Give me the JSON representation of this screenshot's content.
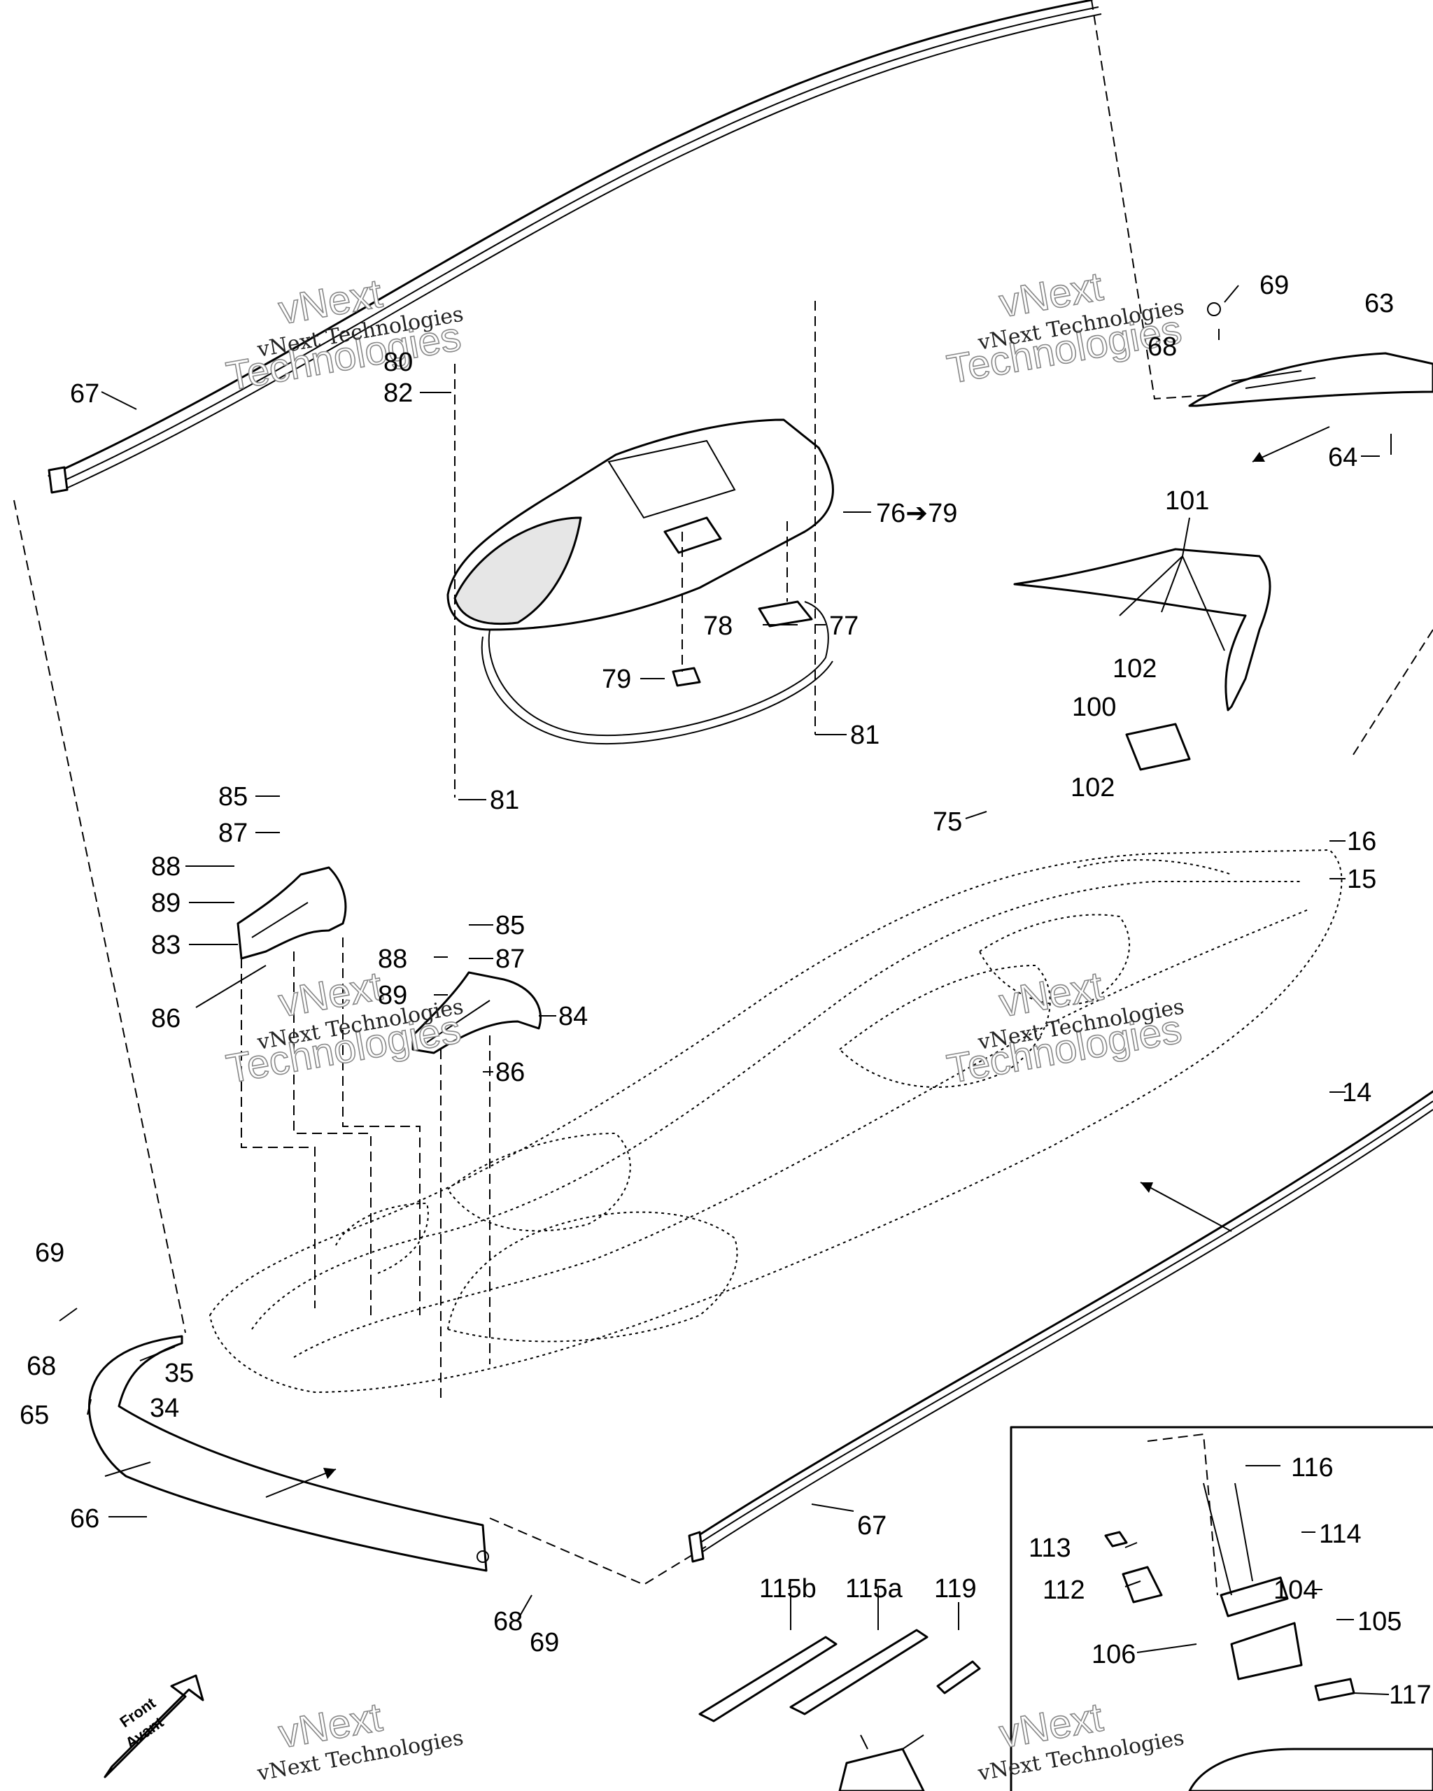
{
  "watermark": {
    "line1": "vNext Technologies",
    "line2a": "vNext",
    "line2b": "Technologies"
  },
  "front_arrow": {
    "line1": "Front",
    "line2": "Avant"
  },
  "labels": {
    "l67_top": "67",
    "l80": "80",
    "l82": "82",
    "l76_79": "76➔79",
    "l78": "78",
    "l77": "77",
    "l79": "79",
    "l81_right": "81",
    "l81_left": "81",
    "l69_top": "69",
    "l68_top": "68",
    "l63": "63",
    "l64": "64",
    "l101": "101",
    "l102_a": "102",
    "l100": "100",
    "l102_b": "102",
    "l75": "75",
    "l16": "16",
    "l15": "15",
    "l14": "14",
    "l85_a": "85",
    "l87_a": "87",
    "l88_a": "88",
    "l89_a": "89",
    "l83": "83",
    "l86_a": "86",
    "l85_b": "85",
    "l87_b": "87",
    "l88_b": "88",
    "l89_b": "89",
    "l84": "84",
    "l86_b": "86",
    "l69_left": "69",
    "l68_left": "68",
    "l35": "35",
    "l34": "34",
    "l65": "65",
    "l66": "66",
    "l68_bottom": "68",
    "l69_bottom": "69",
    "l67_bottom": "67",
    "l115b": "115b",
    "l115a": "115a",
    "l119": "119",
    "l116": "116",
    "l113": "113",
    "l114": "114",
    "l112": "112",
    "l104": "104",
    "l105": "105",
    "l106": "106",
    "l117": "117"
  }
}
